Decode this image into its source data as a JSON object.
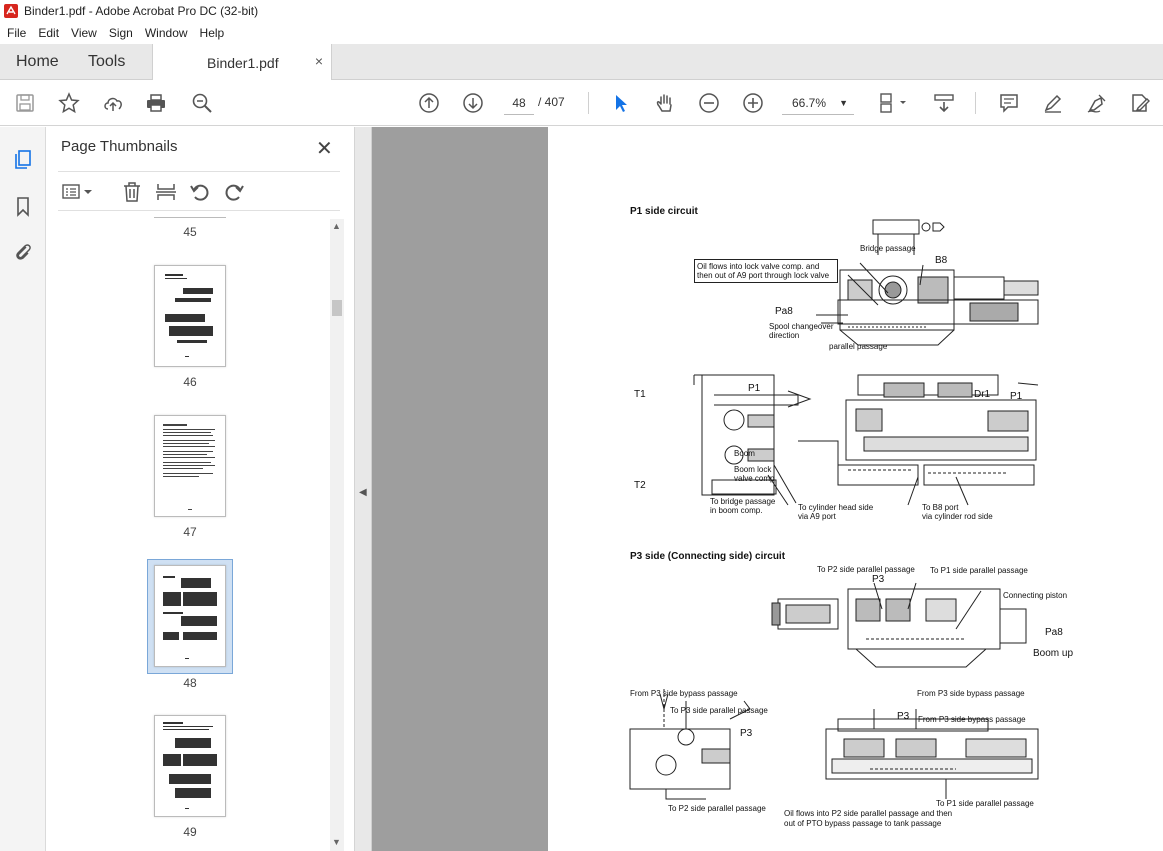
{
  "window": {
    "title": "Binder1.pdf - Adobe Acrobat Pro DC (32-bit)"
  },
  "menu": [
    "File",
    "Edit",
    "View",
    "Sign",
    "Window",
    "Help"
  ],
  "tabs": {
    "home": "Home",
    "tools": "Tools",
    "document": "Binder1.pdf",
    "close": "×"
  },
  "toolbar": {
    "page_current": "48",
    "page_total": "/ 407",
    "zoom": "66.7%"
  },
  "panel": {
    "title": "Page Thumbnails",
    "close": "✕",
    "thumbnails": [
      {
        "label": "45"
      },
      {
        "label": "46"
      },
      {
        "label": "47"
      },
      {
        "label": "48",
        "selected": true
      },
      {
        "label": "49"
      }
    ]
  },
  "colors": {
    "accent": "#1473e6",
    "selected_thumb": "#cfe0f3",
    "doc_bg": "#9e9e9e"
  },
  "document": {
    "p1": {
      "title": "P1 side circuit",
      "bridge": "Bridge passage",
      "b8": "B8",
      "oil_line1": "Oil flows into lock valve comp. and",
      "oil_line2": "then out of A9 port through lock valve",
      "pa8": "Pa8",
      "spool1": "Spool changeover",
      "spool2": "direction",
      "parallel": "parallel passage",
      "t1": "T1",
      "p1": "P1",
      "dr1": "Dr1",
      "p1b": "P1",
      "boom": "Boom",
      "boomlock1": "Boom lock",
      "boomlock2": "valve comp",
      "t2": "T2",
      "tobridge1": "To bridge passage",
      "tobridge2": "in boom comp.",
      "tocyl1": "To cylinder head side",
      "tocyl2": "via A9 port",
      "tob8_1": "To B8 port",
      "tob8_2": "via cylinder rod side"
    },
    "p3": {
      "title": "P3 side (Connecting side) circuit",
      "top_p2": "To P2 side parallel passage",
      "top_p1": "To P1 side parallel passage",
      "p3a": "P3",
      "connecting": "Connecting piston",
      "pa8": "Pa8",
      "boomup": "Boom up",
      "from_bypass_r": "From P3 side bypass passage",
      "from_bypass_l": "From P3 side bypass passage",
      "to_p3_par": "To P3 side parallel passage",
      "p3b": "P3",
      "p3c": "P3",
      "from_bypass_r2": "From P3 side bypass passage",
      "to_p2_par": "To P2 side parallel passage",
      "to_p1_par": "To P1 side parallel passage",
      "oil_p2_1": "Oil flows into P2 side parallel passage and then",
      "oil_p2_2": "out of PTO bypass passage to tank passage"
    }
  }
}
